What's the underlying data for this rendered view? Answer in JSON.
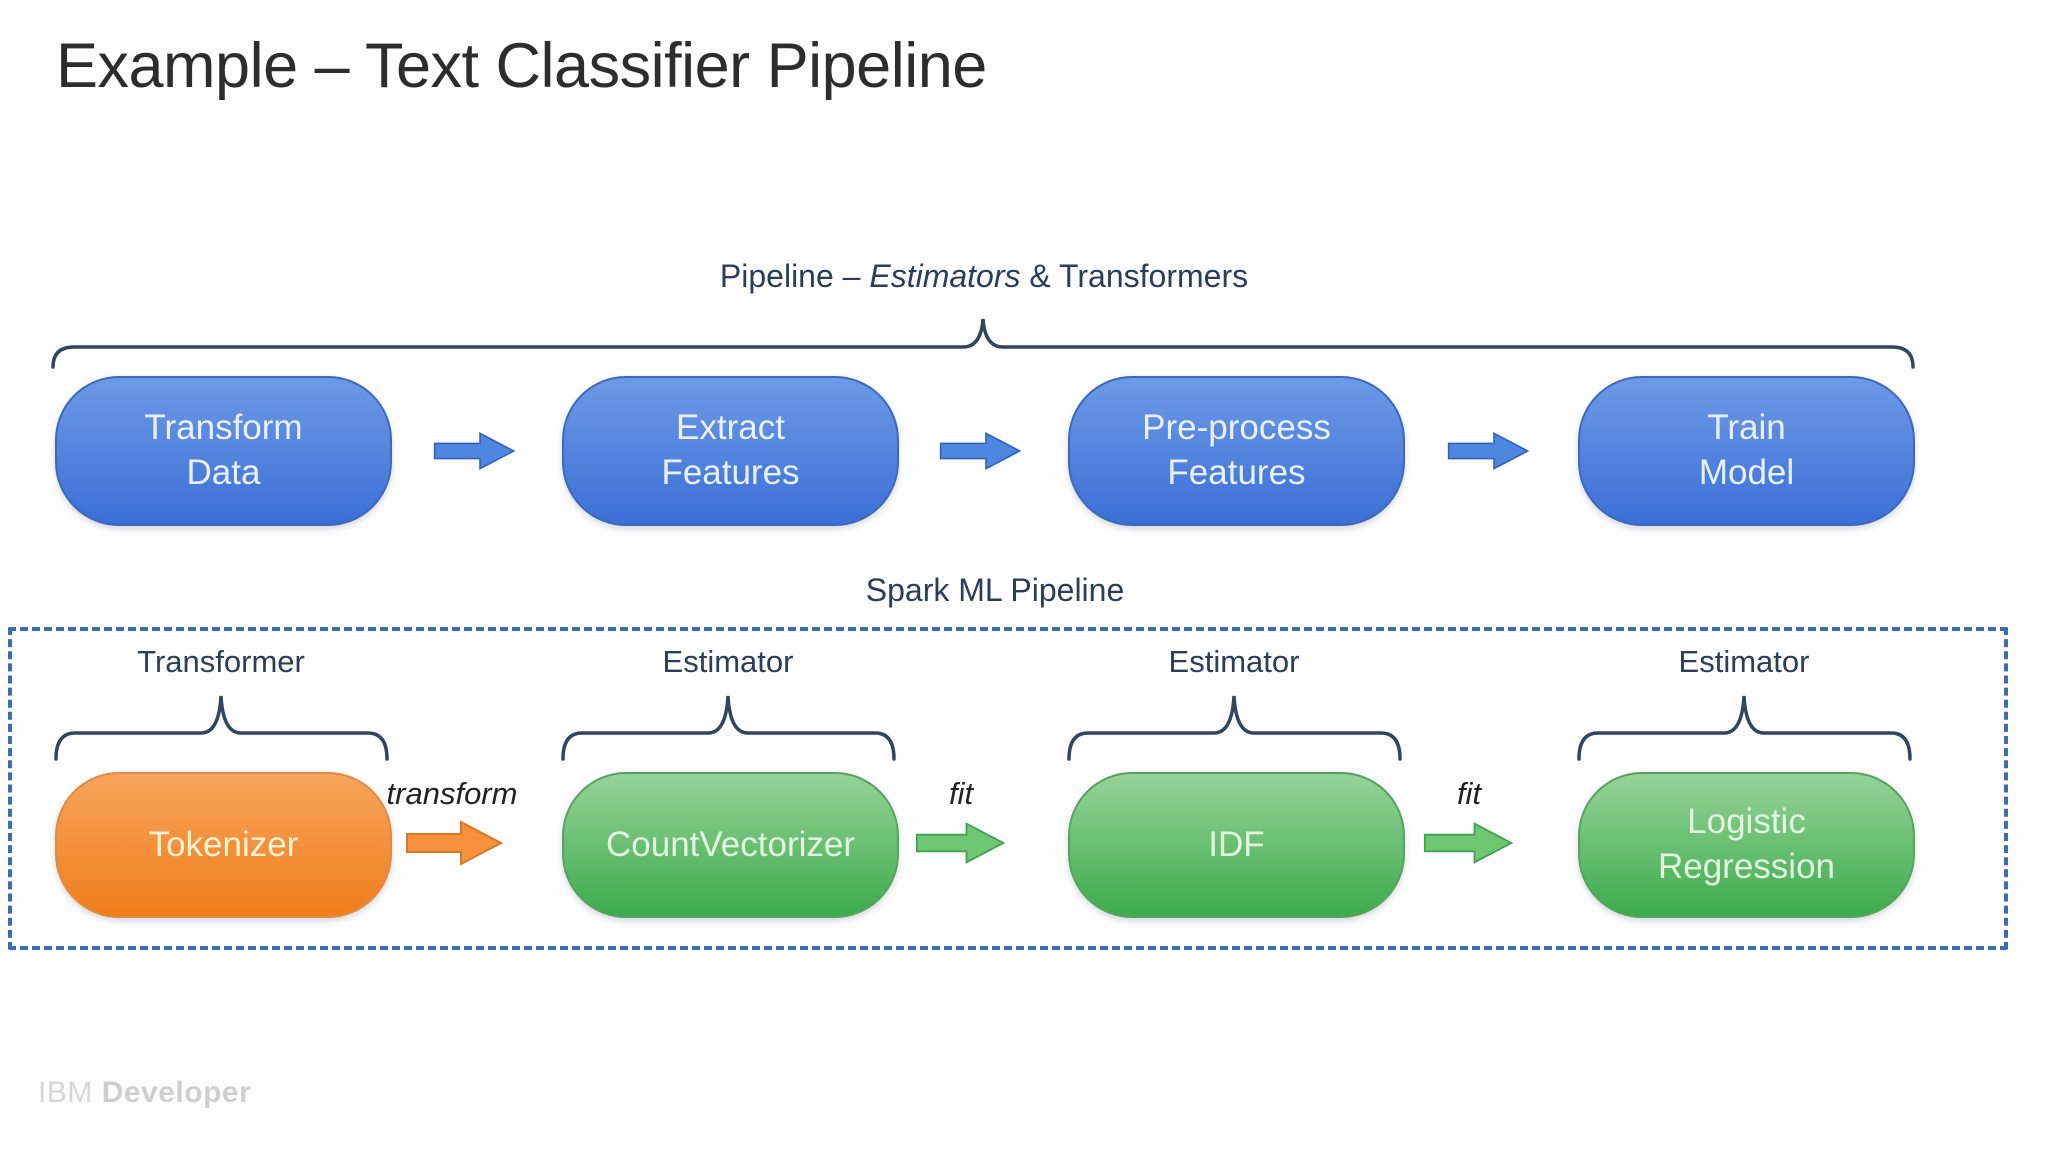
{
  "slide": {
    "title": "Example – Text Classifier Pipeline",
    "footer": {
      "brand": "IBM",
      "brand_bold": "Developer"
    }
  },
  "top_pipeline": {
    "caption_prefix": "Pipeline – ",
    "caption_italic": "Estimators",
    "caption_suffix": " & Transformers",
    "stages": [
      {
        "label": "Transform\nData"
      },
      {
        "label": "Extract\nFeatures"
      },
      {
        "label": "Pre-process\nFeatures"
      },
      {
        "label": "Train\nModel"
      }
    ]
  },
  "spark_pipeline": {
    "caption": "Spark ML Pipeline",
    "stages": [
      {
        "role": "Transformer",
        "label": "Tokenizer",
        "color": "orange"
      },
      {
        "role": "Estimator",
        "label": "CountVectorizer",
        "color": "green"
      },
      {
        "role": "Estimator",
        "label": "IDF",
        "color": "green"
      },
      {
        "role": "Estimator",
        "label": "Logistic\nRegression",
        "color": "green"
      }
    ],
    "arrows": [
      {
        "label": "transform",
        "color": "orange"
      },
      {
        "label": "fit",
        "color": "green"
      },
      {
        "label": "fit",
        "color": "green"
      }
    ]
  },
  "colors": {
    "blue_box_top": "#6d9ae6",
    "blue_box_bottom": "#3b6fd6",
    "blue_box_border": "#3c68be",
    "arrow_blue": "#4f86e0",
    "orange_box_top": "#f6a45c",
    "orange_box_bottom": "#f07d1c",
    "orange_box_border": "#e18a41",
    "arrow_orange": "#f5913e",
    "green_box_top": "#96d398",
    "green_box_bottom": "#3dab4d",
    "green_box_border": "#55a35e",
    "arrow_green": "#6ec873",
    "brace_color": "#33445e",
    "dashed_border": "#3a6db4",
    "navy_text": "#2b3d58"
  }
}
